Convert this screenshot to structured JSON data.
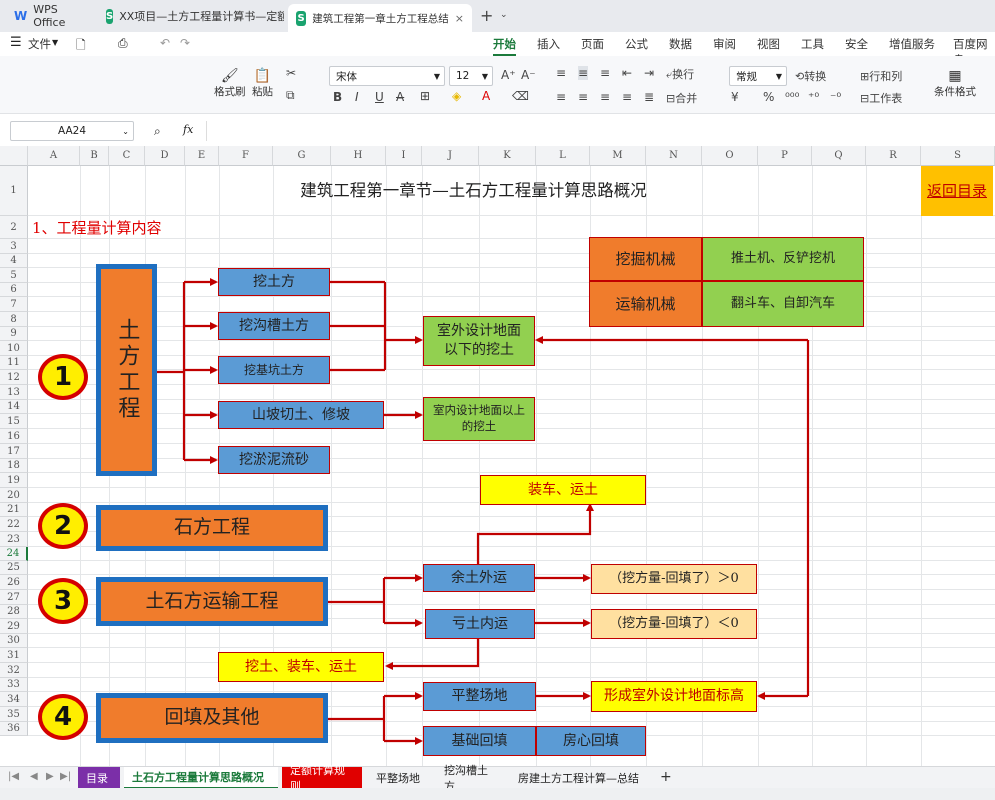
{
  "tabs": [
    {
      "label": "WPS Office",
      "icon": "wps-logo-icon"
    },
    {
      "label": "XX项目—土方工程量计算书—定额",
      "icon": "sheet-icon"
    },
    {
      "label": "建筑工程第一章土方工程总结",
      "icon": "sheet-icon"
    }
  ],
  "menu": {
    "file": "文件",
    "items": [
      "开始",
      "插入",
      "页面",
      "公式",
      "数据",
      "审阅",
      "视图",
      "工具",
      "安全",
      "增值服务",
      "百度网盘"
    ]
  },
  "ribbon": {
    "format_painter": "格式刷",
    "paste": "粘贴",
    "font_name": "宋体",
    "font_size": "12",
    "wrap": "换行",
    "merge": "合并",
    "number_format": "常规",
    "convert": "转换",
    "row_col": "行和列",
    "worksheet": "工作表",
    "cond_format": "条件格式"
  },
  "formula": {
    "cell_ref": "AA24",
    "fx": "fx",
    "value": ""
  },
  "columns": [
    "A",
    "B",
    "C",
    "D",
    "E",
    "F",
    "G",
    "H",
    "I",
    "J",
    "K",
    "L",
    "M",
    "N",
    "O",
    "P",
    "Q",
    "R",
    "S"
  ],
  "rows": [
    "1",
    "2",
    "3",
    "4",
    "5",
    "6",
    "7",
    "8",
    "9",
    "10",
    "11",
    "12",
    "13",
    "14",
    "15",
    "16",
    "17",
    "18",
    "19",
    "20",
    "21",
    "22",
    "23",
    "24",
    "25",
    "26",
    "27",
    "28",
    "29",
    "30",
    "31",
    "32",
    "33",
    "34",
    "35",
    "36"
  ],
  "sheet": {
    "title": "建筑工程第一章节—土石方工程量计算思路概况",
    "back_link": "返回目录",
    "section": "1、工程量计算内容",
    "earthwork": "土方工程",
    "excavations": [
      "挖土方",
      "挖沟槽土方",
      "挖基坑土方",
      "山坡切土、修坡",
      "挖淤泥流砂"
    ],
    "outdoor": "室外设计地面以下的挖土",
    "indoor": "室内设计地面以上的挖土",
    "machinery": [
      {
        "k": "挖掘机械",
        "v": "推土机、反铲挖机"
      },
      {
        "k": "运输机械",
        "v": "翻斗车、自卸汽车"
      }
    ],
    "stone": "石方工程",
    "transport": "土石方运输工程",
    "surplus": "余土外运",
    "deficit": "亏土内运",
    "load": "装车、运土",
    "gt0": "（挖方量-回填了）＞0",
    "lt0": "（挖方量-回填了）＜0",
    "dig_load": "挖土、装车、运土",
    "backfill": "回填及其他",
    "level": "平整场地",
    "foundation": "基础回填",
    "room": "房心回填",
    "elevation": "形成室外设计地面标高",
    "nums": [
      "1",
      "2",
      "3",
      "4"
    ]
  },
  "sheets": [
    {
      "label": "目录",
      "bg": "#7b2fa8",
      "fg": "#ffffff"
    },
    {
      "label": "土石方工程量计算思路概况",
      "bg": "#ffffff",
      "fg": "#1b7a3b",
      "active": true
    },
    {
      "label": "定额计算规则",
      "bg": "#e00000",
      "fg": "#ffffff"
    },
    {
      "label": "平整场地",
      "bg": "",
      "fg": "#222222"
    },
    {
      "label": "挖沟槽土方",
      "bg": "",
      "fg": "#222222"
    },
    {
      "label": "房建土方工程计算—总结",
      "bg": "",
      "fg": "#222222"
    }
  ],
  "colors": {
    "orange": "#f07c2c",
    "blue": "#5b9bd5",
    "green": "#92d050",
    "yellow": "#ffff00",
    "peach": "#ffe0a0",
    "arrow": "#c00000",
    "border": "#1f6fc0"
  }
}
